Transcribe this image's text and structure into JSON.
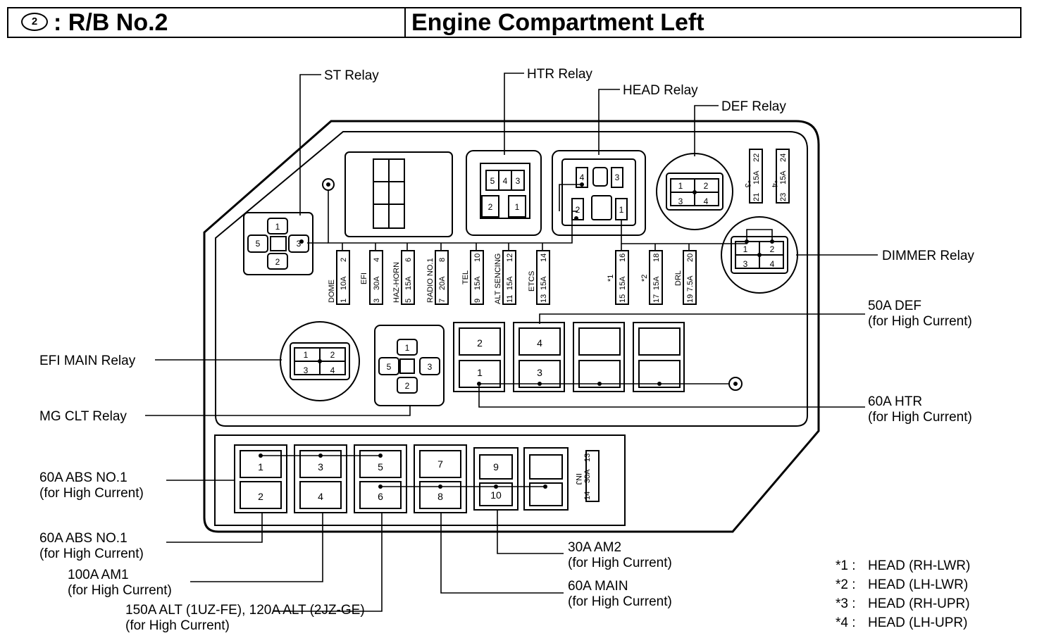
{
  "header": {
    "badge": "2",
    "code": ": R/B No.2",
    "title": "Engine Compartment Left"
  },
  "relays": {
    "st": "ST Relay",
    "htr": "HTR Relay",
    "head": "HEAD Relay",
    "def": "DEF Relay",
    "dimmer": "DIMMER Relay",
    "efi_main": "EFI MAIN Relay",
    "mg_clt": "MG CLT Relay"
  },
  "fuses_upper": [
    {
      "name": "DOME",
      "amp": "10A",
      "top": "2",
      "bottom": "1"
    },
    {
      "name": "EFI",
      "amp": "30A",
      "top": "4",
      "bottom": "3"
    },
    {
      "name": "HAZ-HORN",
      "amp": "15A",
      "top": "6",
      "bottom": "5"
    },
    {
      "name": "RADIO NO.1",
      "amp": "20A",
      "top": "8",
      "bottom": "7"
    },
    {
      "name": "TEL",
      "amp": "15A",
      "top": "10",
      "bottom": "9"
    },
    {
      "name": "ALT SENCING",
      "amp": "15A",
      "top": "12",
      "bottom": "11"
    },
    {
      "name": "ETCS",
      "amp": "15A",
      "top": "14",
      "bottom": "13"
    },
    {
      "name": "*1",
      "amp": "15A",
      "top": "16",
      "bottom": "15"
    },
    {
      "name": "*2",
      "amp": "15A",
      "top": "18",
      "bottom": "17"
    },
    {
      "name": "DRL",
      "amp": "7.5A",
      "top": "20",
      "bottom": "19"
    }
  ],
  "fuses_side": [
    {
      "name": "*3",
      "amp": "15A",
      "top": "22",
      "bottom": "21"
    },
    {
      "name": "*4",
      "amp": "15A",
      "top": "24",
      "bottom": "23"
    }
  ],
  "inj_fuse": {
    "name": "INJ",
    "amp": "30A",
    "top": "13",
    "bottom": "14"
  },
  "callouts": {
    "def50_line1": "50A DEF",
    "def50_line2": "(for High Current)",
    "htr60_line1": "60A HTR",
    "htr60_line2": "(for High Current)",
    "abs1a_line1": "60A ABS NO.1",
    "abs1a_line2": "(for High Current)",
    "abs1b_line1": "60A ABS NO.1",
    "abs1b_line2": "(for High Current)",
    "am1_line1": "100A AM1",
    "am1_line2": "(for High Current)",
    "alt_line1": "150A ALT (1UZ-FE), 120A ALT (2JZ-GE)",
    "alt_line2": "(for High Current)",
    "am2_line1": "30A AM2",
    "am2_line2": "(for High Current)",
    "main_line1": "60A MAIN",
    "main_line2": "(for High Current)"
  },
  "legend": [
    {
      "mark": "*1 :",
      "text": "HEAD (RH-LWR)"
    },
    {
      "mark": "*2 :",
      "text": "HEAD (LH-LWR)"
    },
    {
      "mark": "*3 :",
      "text": "HEAD (RH-UPR)"
    },
    {
      "mark": "*4 :",
      "text": "HEAD (LH-UPR)"
    }
  ],
  "slot_numbers": {
    "mid": [
      "2",
      "4",
      "1",
      "3"
    ],
    "low": [
      "1",
      "2",
      "3",
      "4",
      "5",
      "6",
      "7",
      "8",
      "9",
      "10"
    ],
    "st": [
      "1",
      "2",
      "3",
      "5"
    ],
    "htr": [
      "5",
      "4",
      "3",
      "2",
      "1"
    ],
    "head": [
      "4",
      "3",
      "2",
      "1"
    ],
    "def": [
      "1",
      "2",
      "3",
      "4"
    ],
    "dimmer": [
      "1",
      "2",
      "3",
      "4"
    ],
    "efi": [
      "1",
      "2",
      "3",
      "4"
    ],
    "mg": [
      "1",
      "2",
      "3",
      "5"
    ]
  }
}
